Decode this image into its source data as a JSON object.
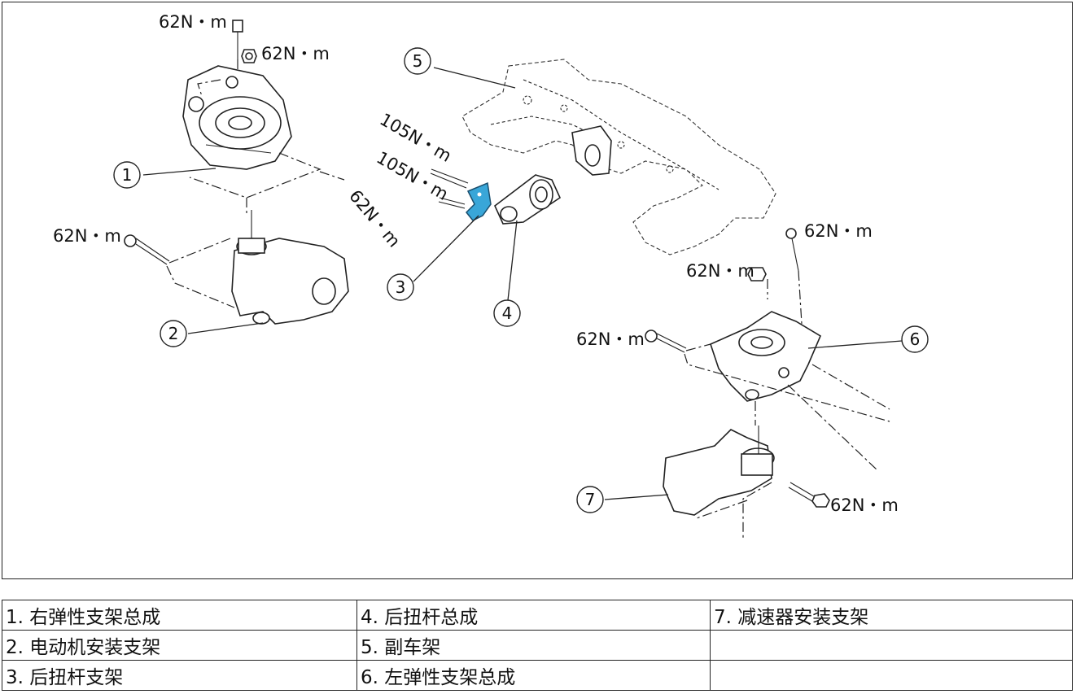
{
  "diagram": {
    "torque_labels": {
      "t1": "62N・m",
      "t2": "62N・m",
      "t3": "62N・m",
      "t4": "62N・m",
      "t5": "105N・m",
      "t6": "105N・m",
      "t7": "62N・m",
      "t8": "62N・m",
      "t9": "62N・m",
      "t10": "62N・m"
    },
    "callouts": [
      "1",
      "2",
      "3",
      "4",
      "5",
      "6",
      "7"
    ],
    "highlight_color": "#39a6d8"
  },
  "legend": {
    "rows": [
      [
        "1. 右弹性支架总成",
        "4. 后扭杆总成",
        "7. 减速器安装支架"
      ],
      [
        "2. 电动机安装支架",
        "5. 副车架",
        ""
      ],
      [
        "3. 后扭杆支架",
        "6. 左弹性支架总成",
        ""
      ]
    ]
  }
}
